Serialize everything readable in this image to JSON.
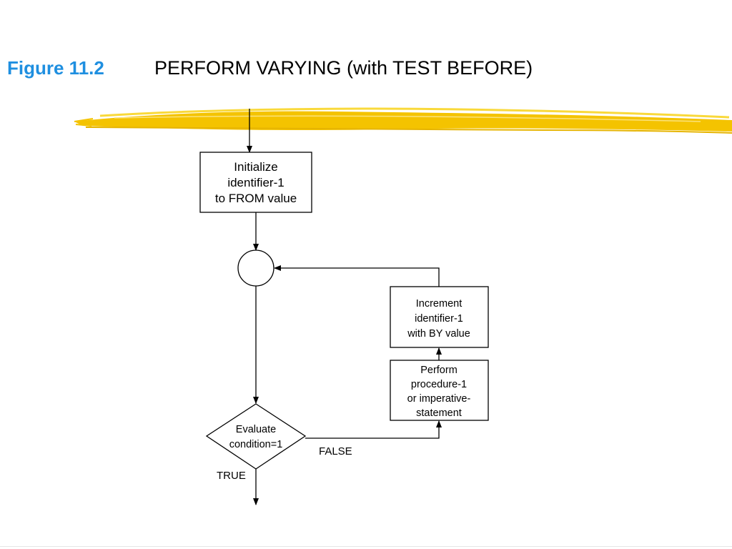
{
  "header": {
    "figure_label": "Figure 11.2",
    "title": "PERFORM VARYING (with TEST BEFORE)"
  },
  "colors": {
    "figure_label": "#1f8fe0",
    "highlighter": "#f2c200"
  },
  "nodes": {
    "initialize": {
      "lines": [
        "Initialize",
        "identifier-1",
        "to FROM value"
      ]
    },
    "increment": {
      "lines": [
        "Increment",
        "identifier-1",
        "with BY value"
      ]
    },
    "perform": {
      "lines": [
        "Perform",
        "procedure-1",
        "or imperative-",
        "statement"
      ]
    },
    "evaluate": {
      "lines": [
        "Evaluate",
        "condition=1"
      ]
    }
  },
  "edges": {
    "false_label": "FALSE",
    "true_label": "TRUE"
  }
}
